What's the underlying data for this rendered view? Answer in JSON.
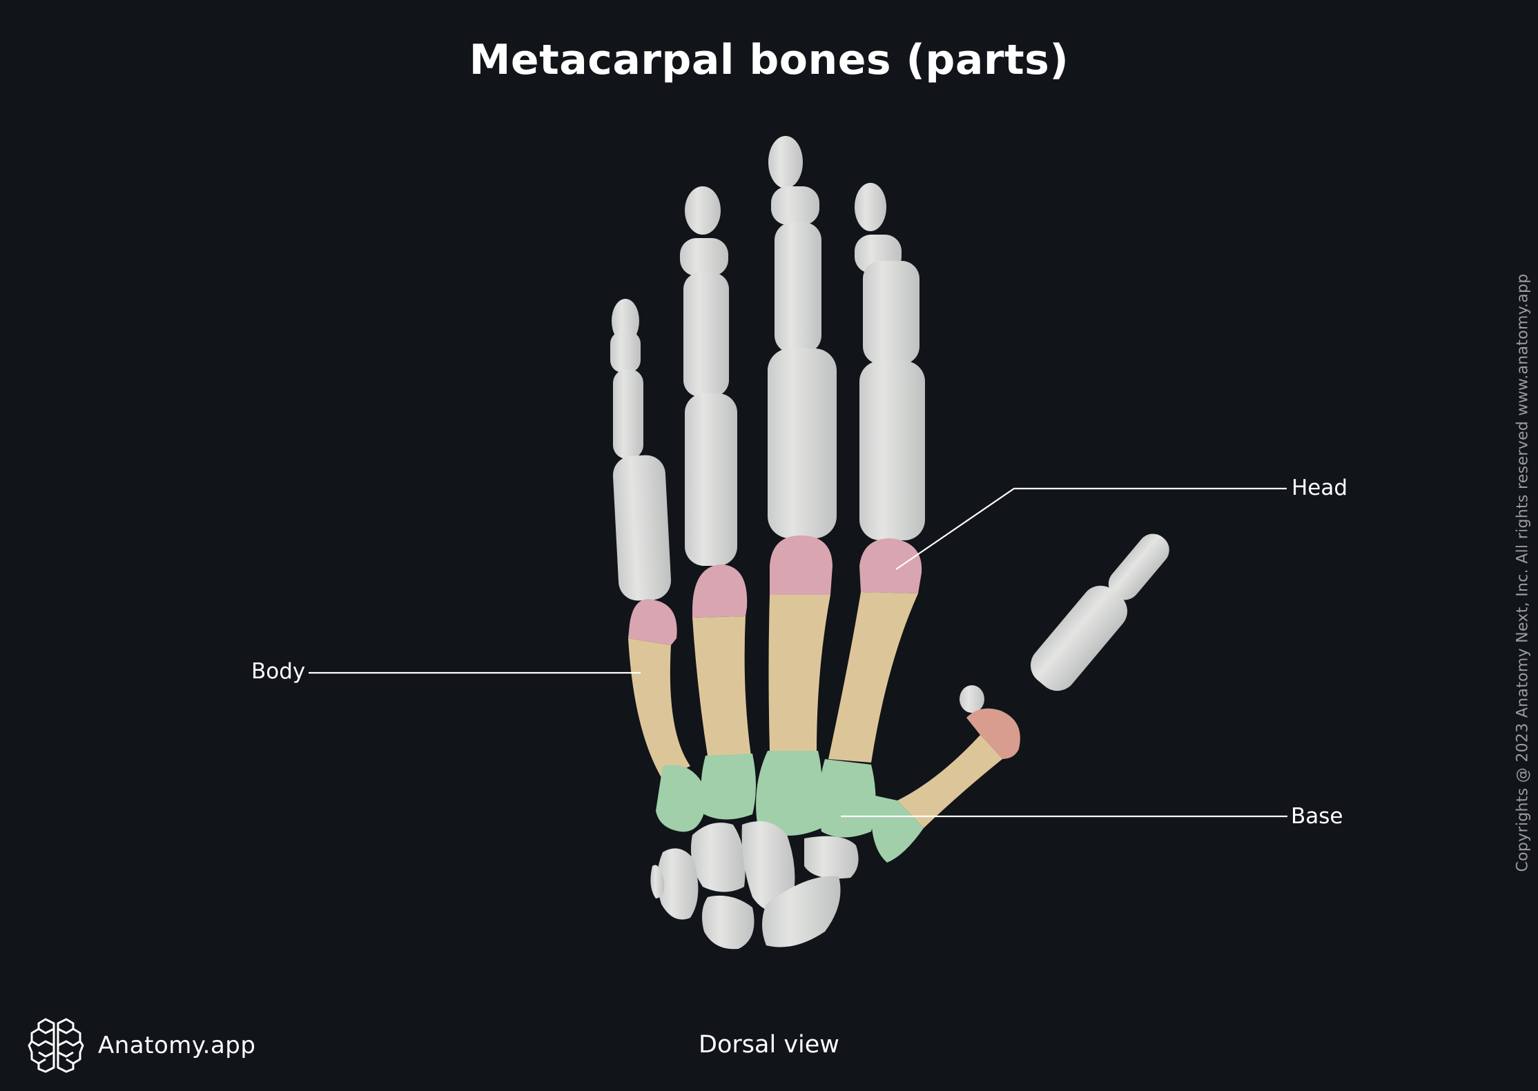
{
  "title": "Metacarpal bones (parts)",
  "view_caption": "Dorsal view",
  "brand": {
    "name": "Anatomy.app",
    "logo_icon": "brain-icon"
  },
  "copyright": "Copyrights @ 2023 Anatomy Next, Inc. All rights reserved www.anatomy.app",
  "figure": {
    "subject": "Hand skeleton with metacarpal bones color-coded by part",
    "colors": {
      "background": "#111419",
      "bone": "#dcdedc",
      "head": "#d9a5b0",
      "head_thumb": "#d89d8e",
      "body": "#dcc699",
      "base": "#a0cfaa",
      "leader_line": "#ffffff"
    },
    "labels": [
      {
        "id": "head",
        "text": "Head",
        "part": "head"
      },
      {
        "id": "body",
        "text": "Body",
        "part": "body"
      },
      {
        "id": "base",
        "text": "Base",
        "part": "base"
      }
    ]
  }
}
